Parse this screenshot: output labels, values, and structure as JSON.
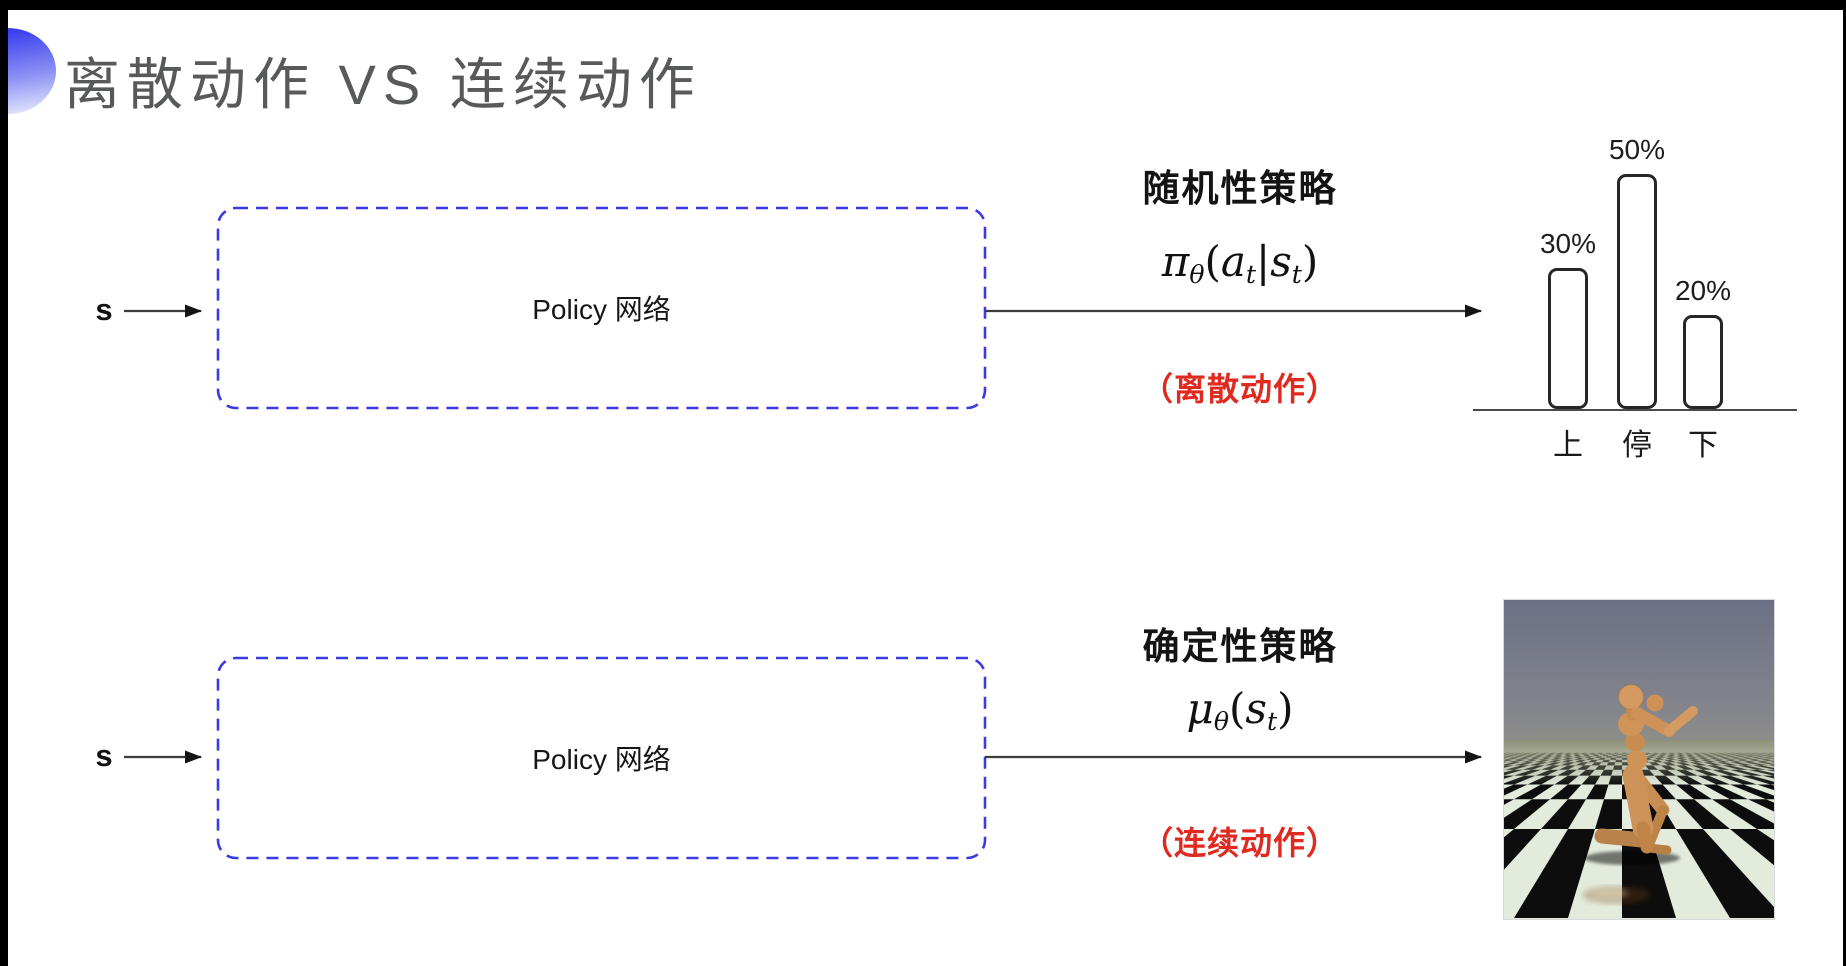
{
  "slide": {
    "title": "离散动作 VS 连续动作"
  },
  "rows": {
    "top": {
      "input_label": "s",
      "box_label": "Policy 网络",
      "policy_name": "随机性策略",
      "formula": [
        "π",
        "θ",
        "(",
        "a",
        "t",
        "|",
        "s",
        "t",
        ")"
      ],
      "action_note": "（离散动作）"
    },
    "bottom": {
      "input_label": "s",
      "box_label": "Policy 网络",
      "policy_name": "确定性策略",
      "formula": [
        "μ",
        "θ",
        "(",
        "s",
        "t",
        ")"
      ],
      "action_note": "（连续动作）"
    }
  },
  "chart_data": {
    "type": "bar",
    "title": "",
    "categories": [
      "上",
      "停",
      "下"
    ],
    "values": [
      30,
      50,
      20
    ],
    "value_labels": [
      "30%",
      "50%",
      "20%"
    ],
    "unit": "%",
    "ylim": [
      0,
      55
    ],
    "style": "outlined rounded bars over a thin baseline, value labels above bars, no gridlines, no y-axis"
  },
  "media": {
    "humanoid_image_alt": "仿真人形机器人在黑白棋盘格地面上（连续动作示意图）"
  },
  "colors": {
    "title_text": "#58595b",
    "dashed_box_blue": "#3a3ae0",
    "accent_red": "#e02a1f",
    "arrow": "#3b3b3b",
    "decoration_blue": "#3b40ee"
  }
}
